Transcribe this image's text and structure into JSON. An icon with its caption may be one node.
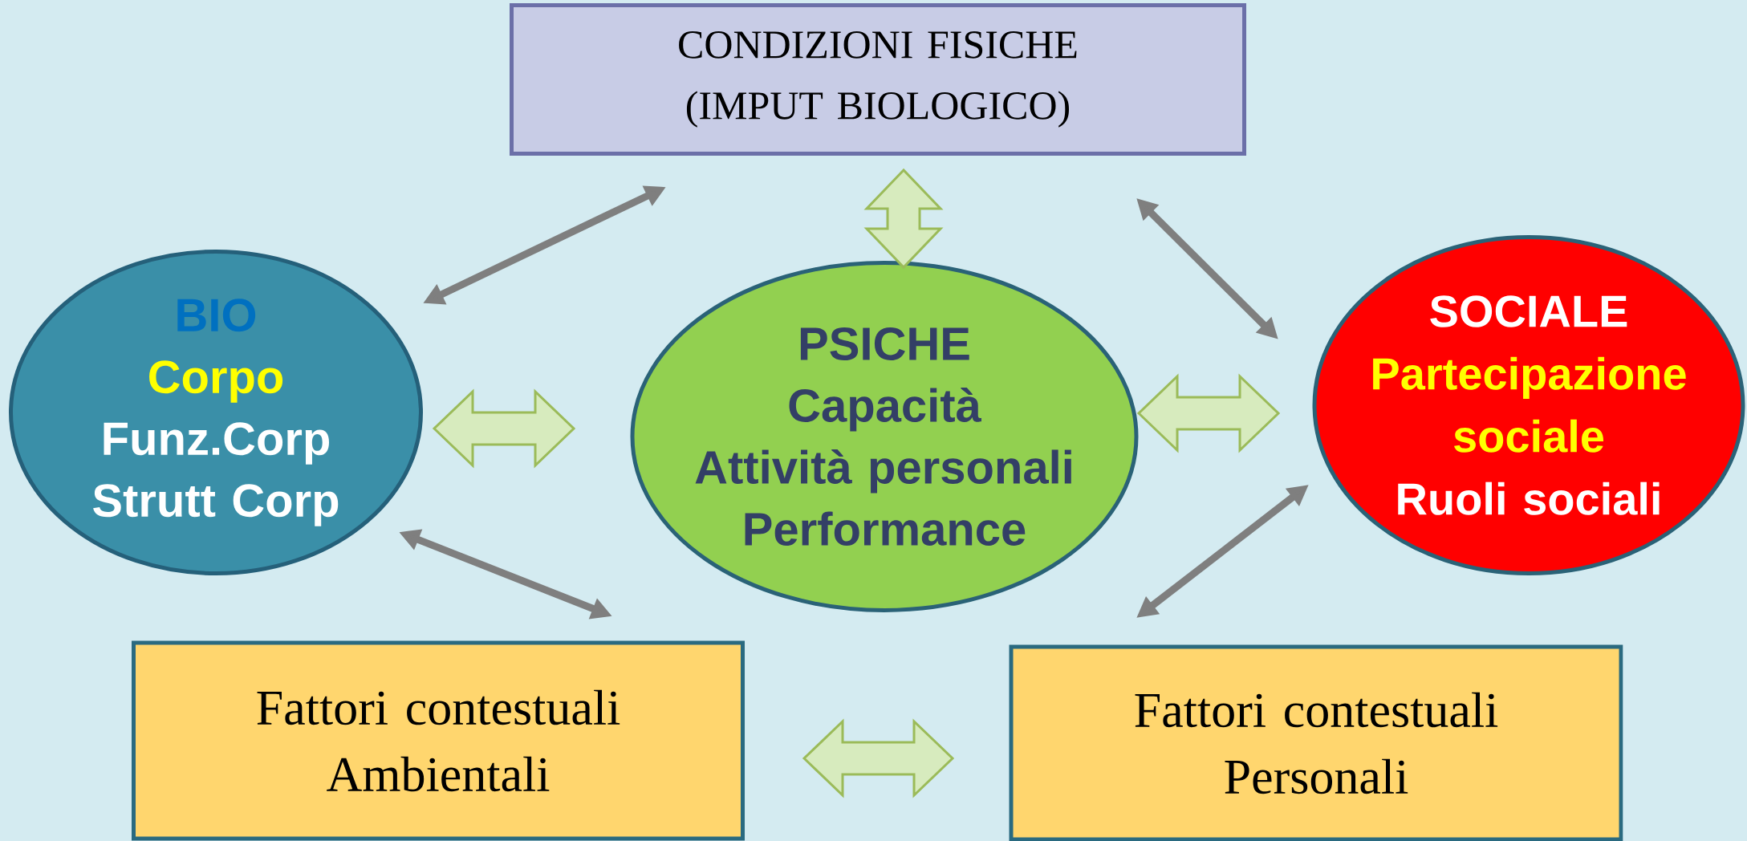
{
  "diagram": {
    "nodes": [
      {
        "text": [
          "CONDIZIONI FISICHE (IMPUT BIOLOGICO)"
        ]
      },
      {
        "text": [
          "BIO",
          "Corpo",
          "Funz.Corp",
          "Strutt Corp"
        ]
      },
      {
        "text": [
          "PSICHE",
          "Capacità",
          "Attività personali",
          "Performance"
        ]
      },
      {
        "text": [
          "SOCIALE",
          "Partecipazione sociale",
          "Ruoli sociali"
        ]
      },
      {
        "text": [
          "Fattori contestuali Ambientali"
        ]
      },
      {
        "text": [
          "Fattori contestuali Personali"
        ]
      }
    ],
    "edges": [
      {
        "from": 1,
        "to": 0,
        "arrow": "both"
      },
      {
        "from": 0,
        "to": 2,
        "arrow": "both",
        "style": "thick",
        "color": "#9bbb59"
      },
      {
        "from": 0,
        "to": 3,
        "arrow": "both"
      },
      {
        "from": 1,
        "to": 2,
        "arrow": "both",
        "style": "thick",
        "color": "#9bbb59"
      },
      {
        "from": 2,
        "to": 3,
        "arrow": "both",
        "style": "thick",
        "color": "#9bbb59"
      },
      {
        "from": 1,
        "to": 4,
        "arrow": "both"
      },
      {
        "from": 3,
        "to": 5,
        "arrow": "both"
      },
      {
        "from": 4,
        "to": 5,
        "arrow": "both",
        "style": "thick",
        "color": "#9bbb59"
      }
    ]
  }
}
